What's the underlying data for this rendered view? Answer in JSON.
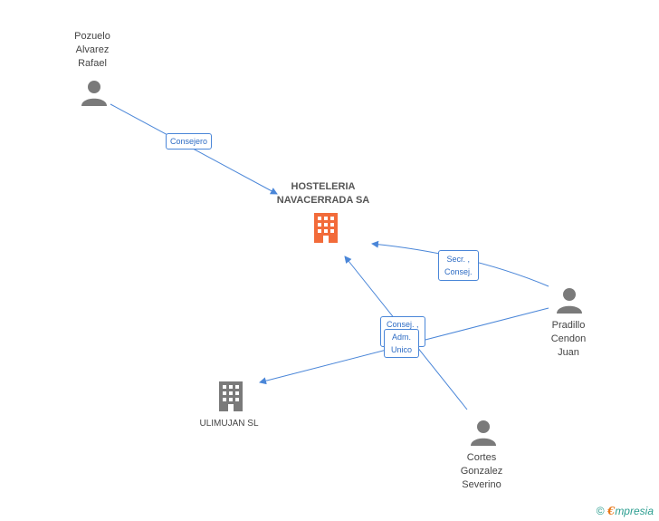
{
  "company": {
    "name_line1": "HOSTELERIA",
    "name_line2": "NAVACERRADA SA",
    "color": "#f26b3a"
  },
  "persons": [
    {
      "id": "pozuelo",
      "lines": [
        "Pozuelo",
        "Alvarez",
        "Rafael"
      ]
    },
    {
      "id": "pradillo",
      "lines": [
        "Pradillo",
        "Cendon",
        "Juan"
      ]
    },
    {
      "id": "cortes",
      "lines": [
        "Cortes",
        "Gonzalez",
        "Severino"
      ]
    }
  ],
  "other_company": {
    "name": "ULIMUJAN SL"
  },
  "edges": [
    {
      "id": "consejero",
      "lines": [
        "Consejero"
      ]
    },
    {
      "id": "secr",
      "lines": [
        "Secr. ,",
        "Consej."
      ]
    },
    {
      "id": "consej",
      "lines": [
        "Consej. ,"
      ]
    },
    {
      "id": "adm",
      "lines": [
        "Adm.",
        "Unico"
      ]
    }
  ],
  "colors": {
    "edge": "#4a86d8",
    "person_icon": "#7a7a7a",
    "company_gray": "#7a7a7a"
  },
  "credit": {
    "symbol": "©",
    "brand_first": "€",
    "brand_rest": "mpresia"
  }
}
